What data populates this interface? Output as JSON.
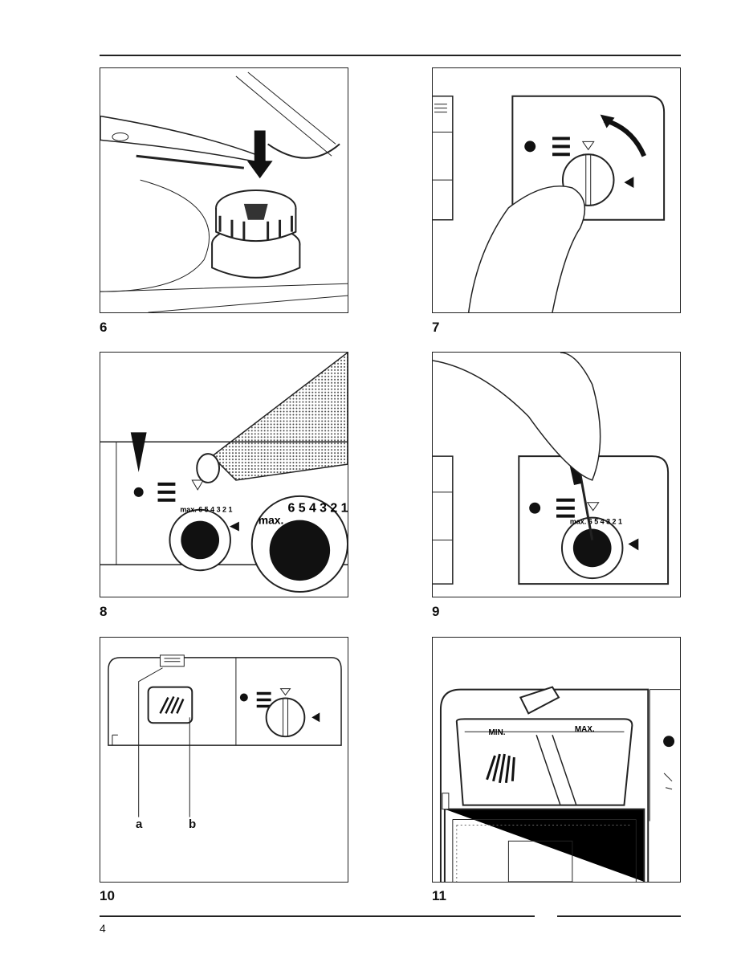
{
  "figures": [
    {
      "number": "6"
    },
    {
      "number": "7"
    },
    {
      "number": "8"
    },
    {
      "number": "9"
    },
    {
      "number": "10"
    },
    {
      "number": "11"
    }
  ],
  "fig8": {
    "dial_small": "max. 6 5 4 3 2 1",
    "dial_large_max": "max.",
    "dial_large_digits": "6 5 4 3 2 1"
  },
  "fig9": {
    "dial": "max. 6 5 4 3 2 1"
  },
  "fig10": {
    "label_a": "a",
    "label_b": "b"
  },
  "fig11": {
    "min_label": "MIN.",
    "max_label": "MAX."
  },
  "page_number": "4"
}
